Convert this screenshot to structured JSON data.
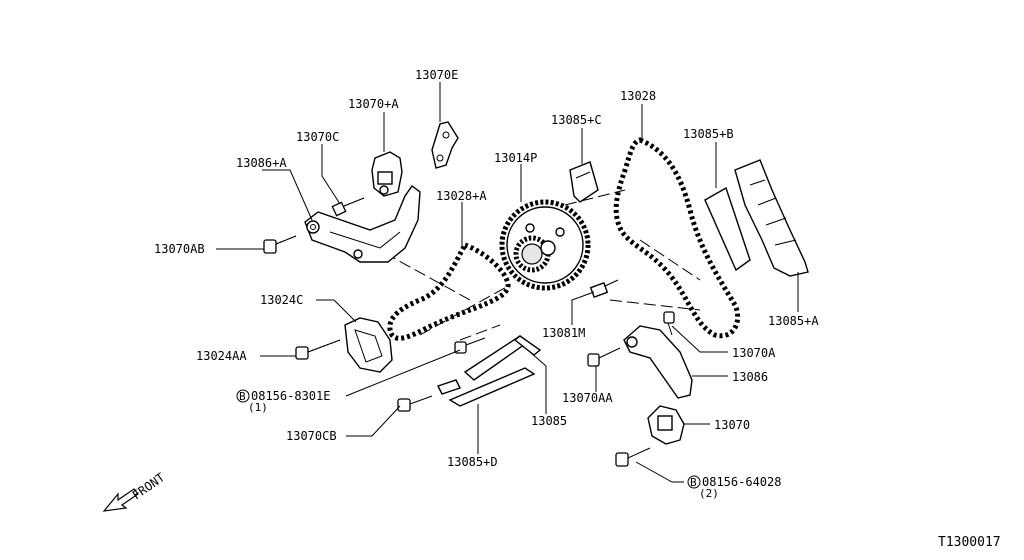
{
  "diagram_id": "T1300017",
  "front_label": "FRONT",
  "bolt_symbol": "B",
  "parts": {
    "p13070E": "13070E",
    "p13070A_plus": "13070+A",
    "p13070C": "13070C",
    "p13086A": "13086+A",
    "p13070AB": "13070AB",
    "p13028A": "13028+A",
    "p13024C": "13024C",
    "p13024AA": "13024AA",
    "p08156_8301E": "08156-8301E",
    "p08156_8301E_qty": "(1)",
    "p13070CB": "13070CB",
    "p13085D": "13085+D",
    "p13085": "13085",
    "p13014P": "13014P",
    "p13085C": "13085+C",
    "p13028": "13028",
    "p13085B": "13085+B",
    "p13085A": "13085+A",
    "p13081M": "13081M",
    "p13070A": "13070A",
    "p13086": "13086",
    "p13070AA": "13070AA",
    "p13070": "13070",
    "p08156_64028": "08156-64028",
    "p08156_64028_qty": "(2)"
  }
}
